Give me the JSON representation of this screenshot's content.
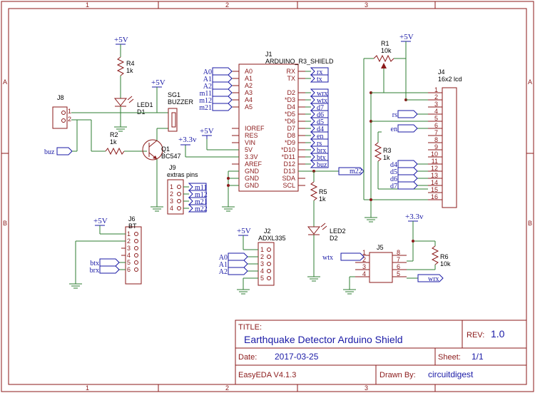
{
  "frame": {
    "columns": [
      "1",
      "2",
      "3"
    ],
    "rows": [
      "A",
      "B"
    ]
  },
  "title_block": {
    "title_label": "TITLE:",
    "title": "Earthquake Detector Arduino Shield",
    "rev_label": "REV:",
    "rev": "1.0",
    "date_label": "Date:",
    "date": "2017-03-25",
    "sheet_label": "Sheet:",
    "sheet": "1/1",
    "tool": "EasyEDA V4.1.3",
    "drawn_label": "Drawn By:",
    "drawn_by": "circuitdigest"
  },
  "power": {
    "p5v": "+5V",
    "p3v3": "+3.3v"
  },
  "components": {
    "j1": {
      "ref": "J1",
      "value": "ARDUINO_R3_SHIELD",
      "left_pins": [
        "A0",
        "A1",
        "A2",
        "A3",
        "A4",
        "A5",
        "IOREF",
        "RES",
        "VIN",
        "5V",
        "3.3V",
        "AREF",
        "GND",
        "GND",
        "GND"
      ],
      "right_pins": [
        "RX",
        "TX",
        "D2",
        "*D3",
        "D4",
        "*D5",
        "*D6",
        "D7",
        "D8",
        "*D9",
        "*D10",
        "*D11",
        "D12",
        "D13",
        "SDA",
        "SCL"
      ]
    },
    "j4": {
      "ref": "J4",
      "value": "16x2 lcd",
      "pins": [
        "1",
        "2",
        "3",
        "4",
        "5",
        "6",
        "7",
        "8",
        "9",
        "10",
        "11",
        "12",
        "13",
        "14",
        "15",
        "16"
      ]
    },
    "j8": {
      "ref": "J8",
      "pins": [
        "1",
        "2"
      ]
    },
    "j9": {
      "ref": "J9",
      "value": "extras pins",
      "pins": [
        "1",
        "2",
        "3",
        "4"
      ]
    },
    "j6": {
      "ref": "J6",
      "value": "BT",
      "pins": [
        "1",
        "2",
        "3",
        "4",
        "5",
        "6"
      ]
    },
    "j2": {
      "ref": "J2",
      "value": "ADXL335",
      "pins": [
        "1",
        "2",
        "3",
        "4",
        "5"
      ]
    },
    "j5": {
      "ref": "J5",
      "left_pins": [
        "1",
        "2",
        "3",
        "4"
      ],
      "right_pins": [
        "8",
        "7",
        "6",
        "5"
      ]
    },
    "r1": {
      "ref": "R1",
      "value": "10k"
    },
    "r2": {
      "ref": "R2",
      "value": "1k"
    },
    "r3": {
      "ref": "R3",
      "value": "1k"
    },
    "r4": {
      "ref": "R4",
      "value": "1k"
    },
    "r5": {
      "ref": "R5",
      "value": "1k"
    },
    "r6": {
      "ref": "R6",
      "value": "10k"
    },
    "led1": {
      "ref": "LED1",
      "value": "D1"
    },
    "led2": {
      "ref": "LED2",
      "value": "D2"
    },
    "q1": {
      "ref": "Q1",
      "value": "BC547"
    },
    "sg1": {
      "ref": "SG1",
      "value": "BUZZER"
    }
  },
  "nets": {
    "a_left": [
      "A0",
      "A1",
      "A2",
      "m11",
      "m12",
      "m21"
    ],
    "d_right": [
      "rx",
      "tx",
      "wrx",
      "wtx",
      "d7",
      "d6",
      "d5",
      "d4",
      "en",
      "rs",
      "brx",
      "btx",
      "buz"
    ],
    "m22": "m22",
    "buz": "buz",
    "j9_nets": [
      "m11",
      "m12",
      "m21",
      "m22"
    ],
    "lcd_nets": [
      "rs",
      "en",
      "d4",
      "d5",
      "d6",
      "d7"
    ],
    "bt_nets": [
      "btx",
      "brx"
    ],
    "adxl_nets": [
      "A0",
      "A1",
      "A2"
    ],
    "wtx": "wtx",
    "wrx": "wrx"
  }
}
